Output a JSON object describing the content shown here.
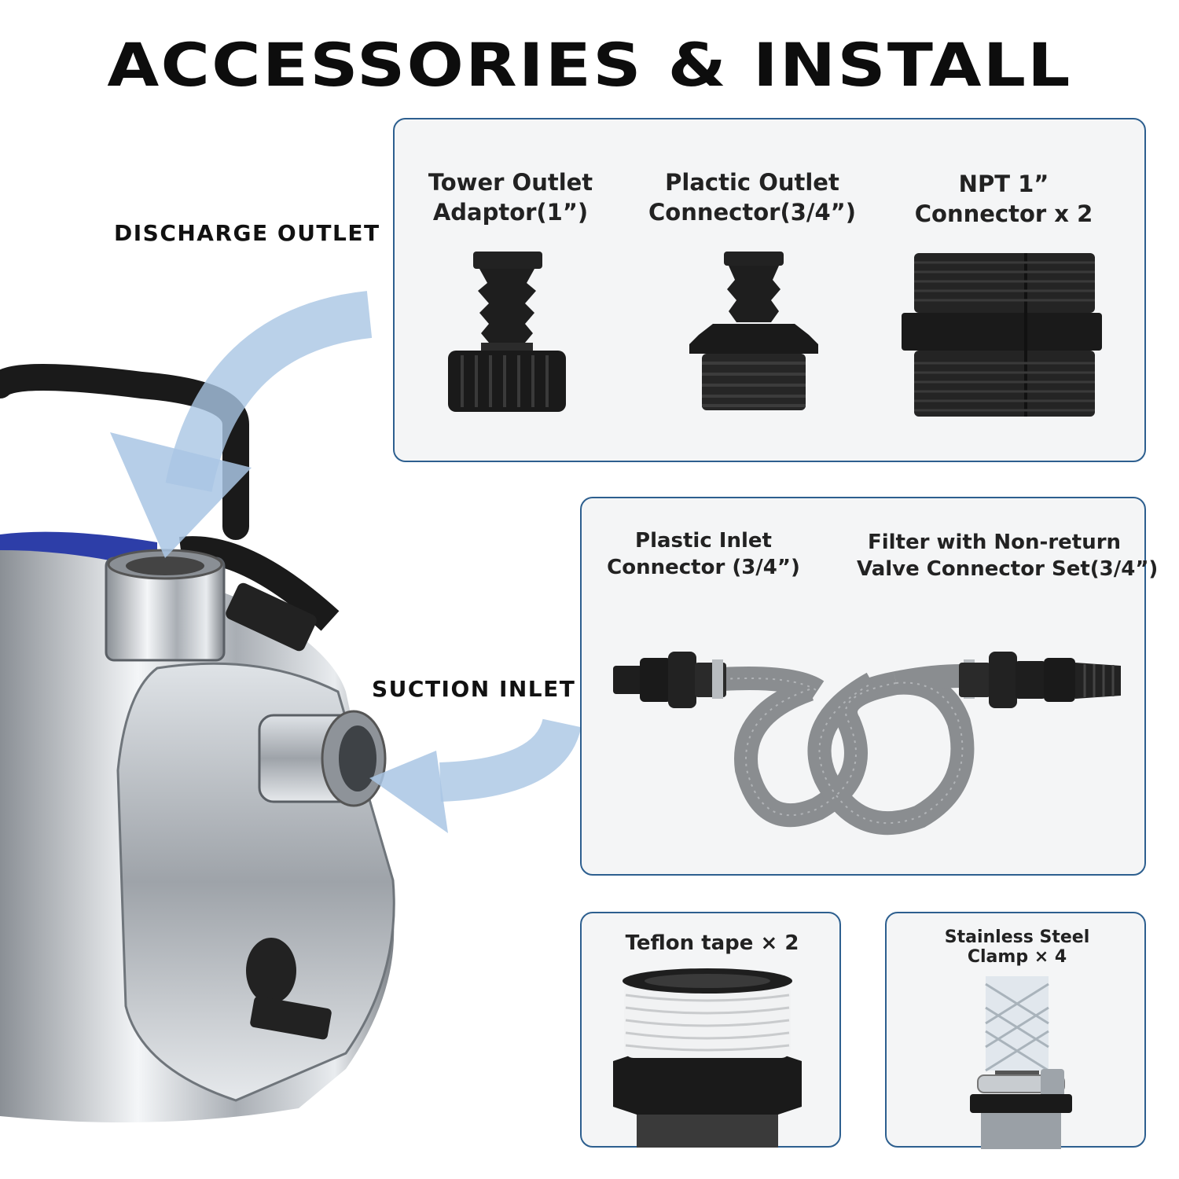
{
  "title": "ACCESSORIES & INSTALL",
  "callouts": {
    "discharge": "DISCHARGE OUTLET",
    "suction": "SUCTION INLET"
  },
  "panel_top": {
    "items": [
      {
        "line1": "Tower Outlet",
        "line2": "Adaptor(1”)",
        "icon": "barbed-adaptor-icon"
      },
      {
        "line1": "Plactic Outlet",
        "line2": "Connector(3/4”)",
        "icon": "hex-connector-icon"
      },
      {
        "line1": "NPT 1”",
        "line2": "Connector x 2",
        "icon": "npt-connector-icon"
      }
    ]
  },
  "panel_mid": {
    "items": [
      {
        "line1": "Plastic Inlet",
        "line2": "Connector (3/4”)"
      },
      {
        "line1": "Filter with Non-return",
        "line2": "Valve Connector Set(3/4”)"
      }
    ],
    "icon": "suction-hose-assembly-icon"
  },
  "panel_tape": {
    "label": "Teflon tape × 2",
    "icon": "teflon-tape-icon"
  },
  "panel_clamp": {
    "line1": "Stainless Steel",
    "line2": "Clamp × 4",
    "icon": "hose-clamp-icon"
  },
  "pump": {
    "icon": "water-pump-icon"
  },
  "colors": {
    "panel_border": "#2d5f8f",
    "arrow": "#a9c6e4",
    "pump_band": "#2d3ea8"
  }
}
